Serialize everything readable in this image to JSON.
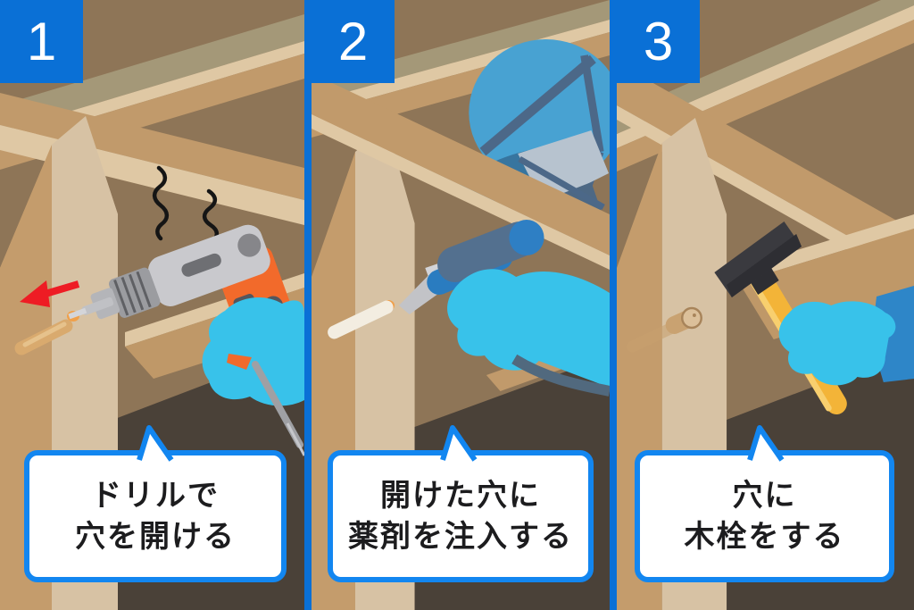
{
  "figure": {
    "description": "3-step wood treatment instruction illustration",
    "steps_count": "3"
  },
  "panels": [
    {
      "number": "1",
      "caption": {
        "line1": "ドリルで",
        "line2": "穴を開ける"
      },
      "scene": "drill-hole-scene"
    },
    {
      "number": "2",
      "caption": {
        "line1": "開けた穴に",
        "line2": "薬剤を注入する"
      },
      "scene": "inject-chemical-scene"
    },
    {
      "number": "3",
      "caption": {
        "line1": "穴に",
        "line2": "木栓をする"
      },
      "scene": "wood-plug-scene"
    }
  ],
  "colors": {
    "badge_blue": "#0a70d6",
    "divider_blue": "#0a70d6",
    "bubble_border_blue": "#1286f0",
    "caption_text": "#1c1c1e",
    "background_brown": "#8e7557",
    "beam_tan": "#c19a6b",
    "beam_light": "#dfc8a4",
    "beam_gray": "#a49878",
    "post_light": "#d7c2a4",
    "post_tan": "#c49c6c",
    "dark_floor": "#4a4138",
    "glove_cyan": "#38c2ea",
    "sleeve_blue": "#2e86c8",
    "drill_body_gray": "#c9c9cd",
    "drill_orange": "#f26a2b",
    "arrow_red": "#ee1c24",
    "helmet_blue": "#48a2d2",
    "strap_slate": "#4c6888",
    "mask_gray": "#b7c3cf",
    "gun_slate": "#53708f",
    "gun_blue": "#2a7cc0",
    "spray_white": "#f3ede1",
    "hose_slate": "#51697e",
    "hammer_head_dark": "#3a3a3f",
    "hammer_handle_yellow": "#f3b438",
    "wood_plug_tan": "#dcc09a",
    "hole_orange": "#f0a04a"
  }
}
